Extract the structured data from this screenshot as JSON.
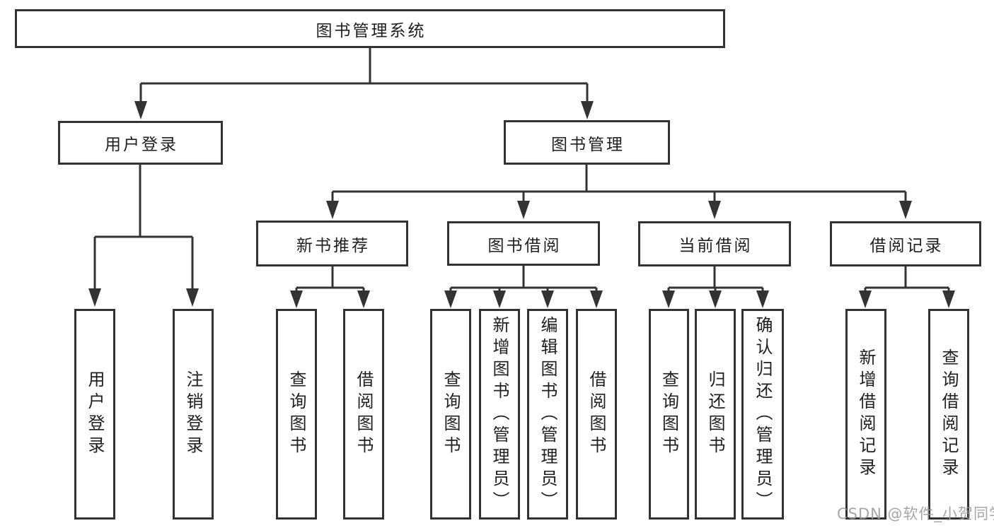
{
  "diagram_type": "hierarchy-tree",
  "colors": {
    "line": "#333333",
    "box_border": "#333333",
    "box_fill": "#ffffff",
    "text": "#1f1f1f",
    "background": "#ffffff",
    "watermark": "#9c9c9c"
  },
  "tree": {
    "label": "图书管理系统",
    "children": [
      {
        "label": "用户登录",
        "children": [
          {
            "label": "用户登录"
          },
          {
            "label": "注销登录"
          }
        ]
      },
      {
        "label": "图书管理",
        "children": [
          {
            "label": "新书推荐",
            "children": [
              {
                "label": "查询图书"
              },
              {
                "label": "借阅图书"
              }
            ]
          },
          {
            "label": "图书借阅",
            "children": [
              {
                "label": "查询图书"
              },
              {
                "label": "新增图书（管理员）"
              },
              {
                "label": "编辑图书（管理员）"
              },
              {
                "label": "借阅图书"
              }
            ]
          },
          {
            "label": "当前借阅",
            "children": [
              {
                "label": "查询图书"
              },
              {
                "label": "归还图书"
              },
              {
                "label": "确认归还（管理员）"
              }
            ]
          },
          {
            "label": "借阅记录",
            "children": [
              {
                "label": "新增借阅记录"
              },
              {
                "label": "查询借阅记录"
              }
            ]
          }
        ]
      }
    ]
  },
  "watermark": {
    "text": "CSDN @软件_小贺同学"
  }
}
